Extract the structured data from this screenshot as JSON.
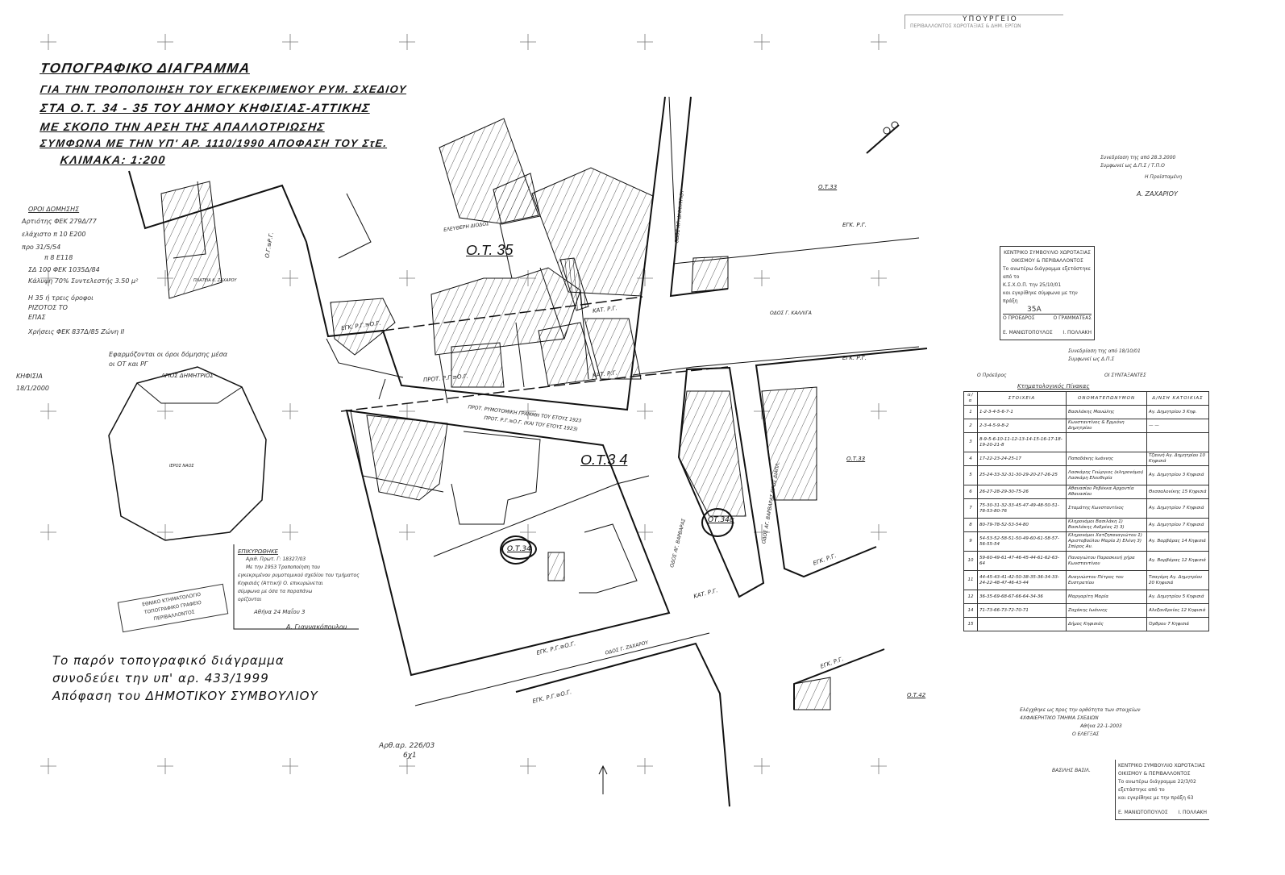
{
  "title_lines": [
    "ΤΟΠΟΓΡΑΦΙΚΟ ΔΙΑΓΡΑΜΜΑ",
    "ΓΙΑ ΤΗΝ ΤΡΟΠΟΠΟΙΗΣΗ ΤΟΥ ΕΓΚΕΚΡΙΜΕΝΟΥ ΡΥΜ. ΣΧΕΔΙΟΥ",
    "ΣΤΑ Ο.Τ. 34 - 35 ΤΟΥ ΔΗΜΟΥ ΚΗΦΙΣΙΑΣ-ΑΤΤΙΚΗΣ",
    "ΜΕ ΣΚΟΠΟ ΤΗΝ ΑΡΣΗ ΤΗΣ ΑΠΑΛΛΟΤΡΙΩΣΗΣ",
    "ΣΥΜΦΩΝΑ ΜΕ ΤΗΝ ΥΠ' ΑΡ. 1110/1990 ΑΠΟΦΑΣΗ ΤΟΥ ΣτΕ.",
    "ΚΛΙΜΑΚΑ: 1:200"
  ],
  "ministry_stamp": {
    "line1": "ΥΠΟΥΡΓΕΙΟ",
    "line2": "ΠΕΡΙΒΑΛΛΟΝΤΟΣ ΧΩΡΟΤΑΞΙΑΣ & ΔΗΜ. ΕΡΓΩΝ"
  },
  "building_terms": {
    "heading": "ΟΡΟΙ ΔΟΜΗΣΗΣ",
    "lines": [
      "Αρτιότης ΦΕΚ 279Δ/77",
      "ελάχιστο π 10 Ε200",
      "προ 31/5/54",
      "π 8 Ε118",
      "ΣΔ 100 ΦΕΚ 1035Δ/84",
      "Κάλυψη 70% Συντελεστής 3.50 μ²",
      "Η 35 ή τρεις όροφοι",
      "ΡΙΖΟΤΟΣ ΤΟ",
      "ΕΠΑΣ",
      "Χρήσεις ΦΕΚ 837Δ/85 Ζώνη ΙΙ"
    ],
    "footnote_lines": [
      "Εφαρμόζονται οι όροι δόμησης μέσα",
      "οι ΟΤ και ΡΓ"
    ],
    "date_label": "ΚΗΦΙΣΙΑ",
    "date": "18/1/2000",
    "side_note": "ΠΛΑΤΕΙΑ Κ. ΖΑΧΑΡΟΥ"
  },
  "sketch_labels": {
    "top": "ΑΓΙΟΣ ΔΗΜΗΤΡΙΟΣ",
    "inside": "ΙΕΡΟΣ ΝΑΟΣ"
  },
  "map_labels": {
    "ot35": "Ο.Τ. 35",
    "ot34": "Ο.Τ.3 4",
    "ot34_circle": "Ο.Τ.34",
    "ot34a_circle": "ΟΤ.34α",
    "ot33": "Ο.Τ.33",
    "ot33b": "Ο.Τ.33",
    "ot36": "Ο.Τ.42",
    "road_1": "ΕΓΚ. Ρ.Γ.≡Ο.Γ.",
    "road_2": "ΚΑΤ. Ρ.Γ.",
    "road_3": "ΠΡΟΤ. Ρ.Γ.≡Ο.Γ.",
    "road_4": "ΕΓΚ. Ρ.Γ.",
    "road_5": "ΕΓΚ. Ρ.Γ.",
    "road_6": "ΚΑΤ. Ρ.Γ.",
    "road_7": "ΕΓΚ. Ρ.Γ.≡Ο.Γ.",
    "road_8": "ΕΓΚ. Ρ.Γ.≡Ο.Γ.",
    "road_9": "ΕΓΚ. Ρ.Γ.",
    "road_10": "ΚΑΤ. Ρ.Γ.",
    "road_11": "ΕΓΚ. Ρ.Γ.",
    "road_12": "Ο.Γ.≡Ρ.Γ.",
    "street_1": "ΟΔΟΣ ΑΓ. ΔΗΜΗΤΡΙΟΥ",
    "street_2": "ΟΔΟΣ Γ. ΚΑΛΛΙΓΑ",
    "street_3": "ΟΔΟΣ Γ. ΖΑΧΑΡΟΥ",
    "street_4": "ΟΔΟΣ ΑΓ. ΒΑΡΒΑΡΑΣ",
    "note_1": "ΠΡΟΤ. ΡΥΜΟΤΟΜΙΚΗ ΓΡΑΜΜΗ ΤΟΥ ΕΤΟΥΣ 1923",
    "note_2": "ΠΡΟΤ. Ρ.Γ.≡Ο.Γ. (ΚΑΙ ΤΟΥ ΕΤΟΥΣ 1923)",
    "note_3": "ΕΛΕΥΘΕΡΗ ΔΙΟΔΟΣ",
    "note_4": "ΟΔΟΣ ΑΓ. ΒΑΡΒΑΡΑΣ ΠΡΟΣ ΔΙΑΠΛ."
  },
  "approval_text": {
    "heading": "ΕΠΙΚΥΡΩΘΗΚΕ",
    "lines": [
      "Αριθ. Πρωτ. Γ: 18327/03",
      "Με την 1953 Τροποποίηση του",
      "εγκεκριμένου ρυμοτομικού σχεδίου του τμήματος",
      "Κηφισιάς (Αττική) Ο. επικυρώνεται",
      "σύμφωνα με όσα τα παραπάνω",
      "ορίζονται"
    ],
    "date": "Αθήνα 24 Μαΐου 3",
    "signature": "Α. Γιαννακόπουλου"
  },
  "cadastral_stamp": {
    "line1": "ΕΘΝΙΚΟ ΚΤΗΜΑΤΟΛΟΓΙΟ",
    "line2": "ΤΟΠΟΓΡΑΦΙΚΟ ΓΡΑΦΕΙΟ ΠΕΡΙΒΑΛΛΟΝΤΟΣ"
  },
  "council_note": [
    "Το παρόν τοπογραφικό διάγραμμα",
    "συνοδεύει την υπ' αρ. 433/1999",
    "Απόφαση του ΔΗΜΟΤΙΚΟΥ ΣΥΜΒΟΥΛΙΟΥ"
  ],
  "archive_ref": [
    "Αρθ.αρ. 226/03",
    "6χ1"
  ],
  "sign_top": [
    "Συνεδρίαση της από 28.3.2000",
    "Συμφωνεί ως Δ.Π.Σ / Τ.Π.Ο",
    "Η Προϊσταμένη",
    "Α. ΖΑΧΑΡΙΟΥ"
  ],
  "kesyp_stamp_1": {
    "lines": [
      "ΚΕΝΤΡΙΚΟ ΣΥΜΒΟΥΛΙΟ ΧΩΡΟΤΑΞΙΑΣ",
      "ΟΙΚΙΣΜΟΥ & ΠΕΡΙΒΑΛΛΟΝΤΟΣ",
      "Το ανωτέρω διάγραμμα εξετάστηκε από το",
      "Κ.Σ.Χ.Ο.Π. την 25/10/01",
      "και εγκρίθηκε σύμφωνα με την πράξη",
      "35Α"
    ],
    "sig_left": "Ο ΠΡΟΕΔΡΟΣ",
    "sig_right": "Ο ΓΡΑΜΜΑΤΕΑΣ",
    "name_left": "Ε. ΜΑΝΙΩΤΟΠΟΥΛΟΣ",
    "name_right": "Ι. ΠΟΛΛΑΚΗ"
  },
  "sign_mid": [
    "Συνεδρίαση της από 18/10/01",
    "Συμφωνεί ως Δ.Π.Σ",
    "Ο Πρόεδρος",
    "ΟΙ ΣΥΝΤΑΞΑΝΤΕΣ"
  ],
  "table": {
    "caption": "Κτηματολογικός Πίνακας",
    "headers": [
      "α/α",
      "ΣΤΟΙΧΕΙΑ",
      "ΟΝΟΜΑΤΕΠΩΝΥΜΟΝ",
      "Δ/ΝΣΗ ΚΑΤΟΙΚΙΑΣ"
    ],
    "rows": [
      [
        "1",
        "1-2-3-4-5-6-7-1",
        "Βασιλάκης Μανώλης",
        "Αγ. Δημητρίου 3 Κηφ."
      ],
      [
        "2",
        "2-3-4-5-9-8-2",
        "Κωνσταντίνος & Ερμιόνη Δημητρίου",
        "— —"
      ],
      [
        "3",
        "8-9-5-6-10-11-12-13-14-15-16-17-18-19-20-21-8",
        "",
        ""
      ],
      [
        "4",
        "17-22-23-24-25-17",
        "Παπαδάκης Ιωάννης",
        "Τζαννή Αγ. Δημητρίου 10 Κηφισιά"
      ],
      [
        "5",
        "25-24-33-32-31-30-29-20-27-26-25",
        "Λασκάρης Γεώργιος (κληρονόμοι) Λασκάρη Ελευθερία",
        "Αγ. Δημητρίου 3 Κηφισιά"
      ],
      [
        "6",
        "26-27-28-29-30-75-26",
        "Αθανασίου Ρεβέκκα Αρχοντία Αθανασίου",
        "Θεσσαλονίκης 15 Κηφισιά"
      ],
      [
        "7",
        "75-30-31-32-33-45-47-49-48-50-51-78-53-80-76",
        "Σταμάτης Κωνσταντίνος",
        "Αγ. Δημητρίου 7 Κηφισιά"
      ],
      [
        "8",
        "80-79-78-52-53-54-80",
        "Κληρονόμοι Βασιλάκη 1) Βασιλάκης Ανδρέας 2) 3)",
        "Αγ. Δημητρίου 7 Κηφισιά"
      ],
      [
        "9",
        "54-53-52-58-51-50-49-60-61-58-57-56-55-54",
        "Κληρονόμοι Χατζηπαναγιώτου 1) Αριστοβούλου Μαρία 2) Ελένη 3) Σπύρος Αν.",
        "Αγ. Βαρβάρας 14 Κηφισιά"
      ],
      [
        "10",
        "59-60-49-61-47-46-45-44-61-62-63-64",
        "Παναγιώτου Παρασκευή χήρα Κωνσταντίνου",
        "Αγ. Βαρβάρας 12 Κηφισιά"
      ],
      [
        "11",
        "44-45-43-41-42-50-38-35-36-34-33-24-22-48-47-46-43-44",
        "Αναγνώστου Πέτρος του Ευστρατίου",
        "Τσαγάρη Αγ. Δημητρίου 20 Κηφισιά"
      ],
      [
        "12",
        "36-35-69-68-67-66-64-34-36",
        "Μαργαρίτη Μαρία",
        "Αγ. Δημητρίου 5 Κηφισιά"
      ],
      [
        "14",
        "71-73-66-73-72-70-71",
        "Ζαχάκης Ιωάννης",
        "Αλεξανδρείας 12 Κηφισιά"
      ],
      [
        "15",
        "",
        "Δήμος Κηφισιάς",
        "Όρθρου 7 Κηφισιά"
      ]
    ]
  },
  "verify_note": [
    "Ελέγχθηκε ως προς την ορθότητα των στοιχείων",
    "4ΧΦΑΙΕΡΗΤΙΚΟ ΤΜΗΜΑ ΣΧΕΔΙΩΝ",
    "Αθήνα 22-1-2003",
    "Ο ΕΛΕΓΞΑΣ",
    "ΒΑΣΙΛΗΣ ΒΑΣΙΛ."
  ],
  "kesyp_stamp_2": {
    "lines": [
      "ΚΕΝΤΡΙΚΟ ΣΥΜΒΟΥΛΙΟ ΧΩΡΟΤΑΞΙΑΣ",
      "ΟΙΚΙΣΜΟΥ & ΠΕΡΙΒΑΛΛΟΝΤΟΣ",
      "Το ανωτέρω διάγραμμα 22/3/02",
      "εξετάστηκε από το",
      "και εγκρίθηκε με την πράξη 63"
    ],
    "name_left": "Ε. ΜΑΝΙΩΤΟΠΟΥΛΟΣ",
    "name_right": "Ι. ΠΟΛΛΑΚΗ"
  },
  "colors": {
    "ink": "#111111",
    "paper": "#ffffff",
    "faint": "#999999"
  }
}
